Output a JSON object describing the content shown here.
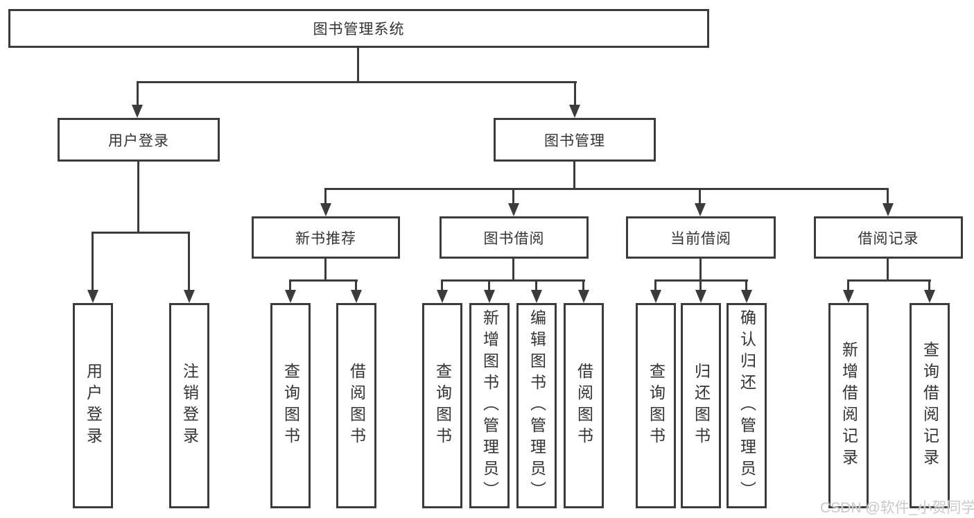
{
  "root": {
    "label": "图书管理系统"
  },
  "branches": {
    "user": {
      "label": "用户登录",
      "children": [
        "用户登录",
        "注销登录"
      ]
    },
    "book": {
      "label": "图书管理"
    }
  },
  "sections": [
    {
      "label": "新书推荐",
      "children": [
        "查询图书",
        "借阅图书"
      ]
    },
    {
      "label": "图书借阅",
      "children": [
        "查询图书",
        "新增图书（管理员）",
        "编辑图书（管理员）",
        "借阅图书"
      ]
    },
    {
      "label": "当前借阅",
      "children": [
        "查询图书",
        "归还图书",
        "确认归还（管理员）"
      ]
    },
    {
      "label": "借阅记录",
      "children": [
        "新增借阅记录",
        "查询借阅记录"
      ]
    }
  ],
  "watermark": "CSDN @软件_小贺同学",
  "colors": {
    "line": "#3b3b3b",
    "text": "#333333",
    "background": "#ffffff",
    "watermark": "#c9c9c9"
  }
}
